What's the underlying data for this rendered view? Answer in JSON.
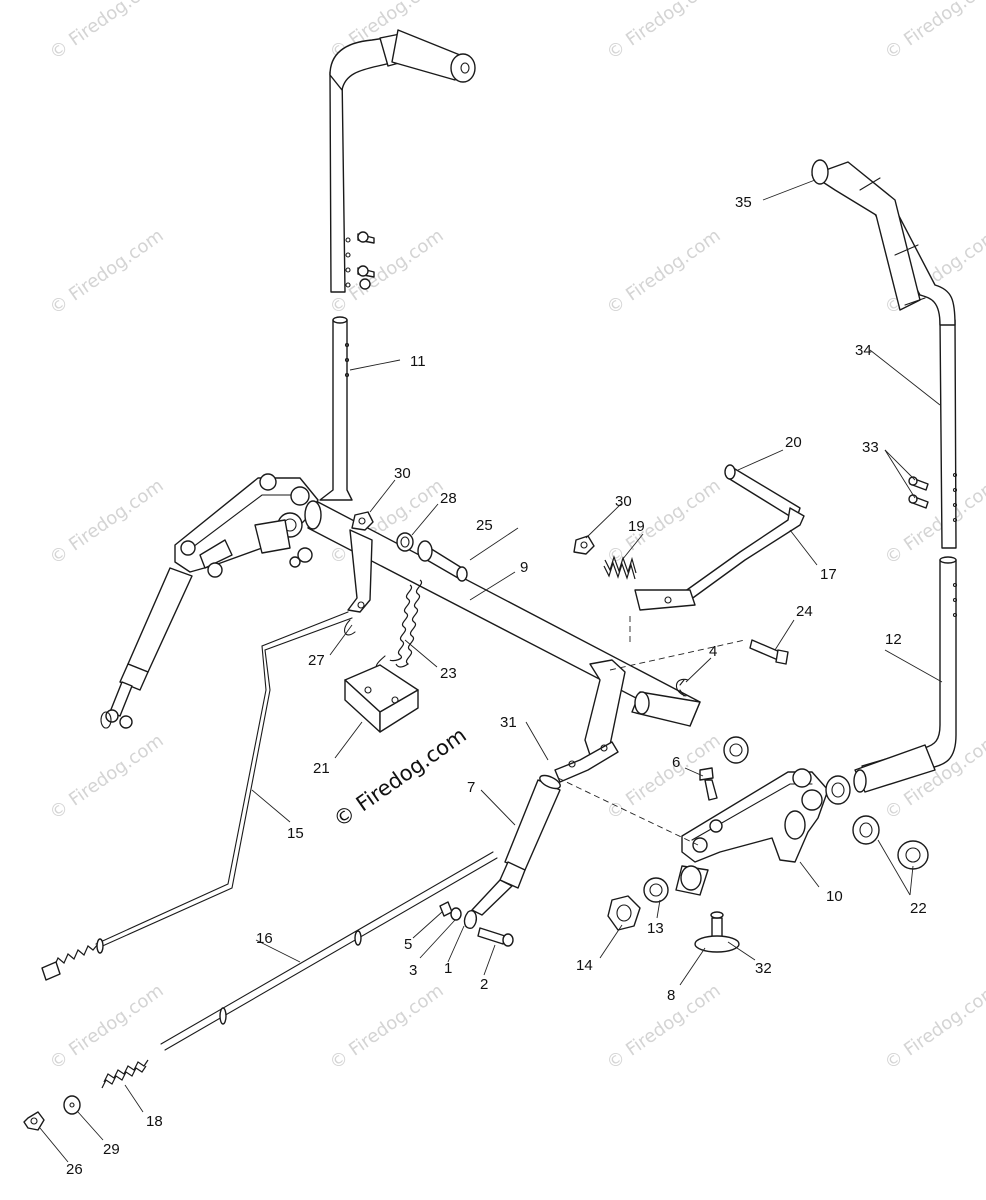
{
  "watermark": "© Firedog.com",
  "center_watermark": "© Firedog.com",
  "callouts": {
    "p1": "1",
    "p2": "2",
    "p3": "3",
    "p4": "4",
    "p5": "5",
    "p6": "6",
    "p7": "7",
    "p8": "8",
    "p9": "9",
    "p10": "10",
    "p11": "11",
    "p12": "12",
    "p13": "13",
    "p14": "14",
    "p15": "15",
    "p16": "16",
    "p17": "17",
    "p18": "18",
    "p19": "19",
    "p20": "20",
    "p21": "21",
    "p22": "22",
    "p23": "23",
    "p24": "24",
    "p25": "25",
    "p26": "26",
    "p27": "27",
    "p28": "28",
    "p29": "29",
    "p30a": "30",
    "p30b": "30",
    "p31": "31",
    "p32": "32",
    "p33": "33",
    "p34": "34",
    "p35": "35"
  },
  "colors": {
    "line": "#1a1a1a",
    "background": "#ffffff",
    "watermark": "#d4d4d4"
  }
}
